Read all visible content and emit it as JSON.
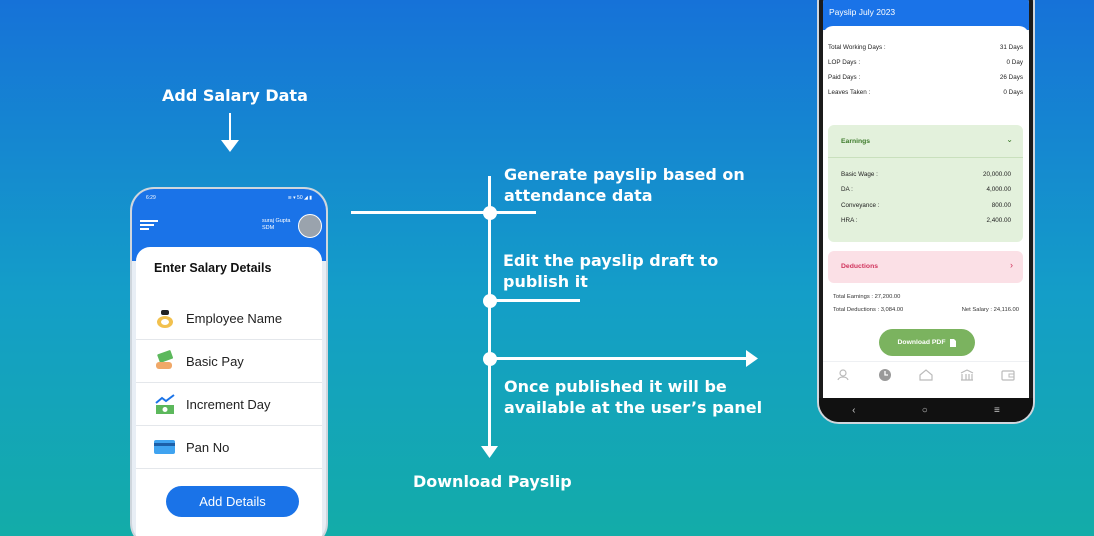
{
  "flow": {
    "add_salary": "Add Salary Data",
    "generate": "Generate payslip based on attendance data",
    "edit": "Edit the payslip draft to publish it",
    "published": "Once published it will be available at the user’s panel",
    "download": "Download Payslip"
  },
  "left_phone": {
    "status_time": "6:29",
    "status_icons": "≋ ▾ 50 ◢ ▮",
    "user_name": "suraj Gupta",
    "user_role": "SDM",
    "card_title": "Enter Salary Details",
    "fields": [
      {
        "label": "Employee Name",
        "icon": "money-bag-icon"
      },
      {
        "label": "Basic Pay",
        "icon": "cash-hand-icon"
      },
      {
        "label": "Increment Day",
        "icon": "growth-chart-icon"
      },
      {
        "label": "Pan No",
        "icon": "card-icon"
      }
    ],
    "button": "Add Details"
  },
  "right_phone": {
    "title": "Payslip July 2023",
    "summary": [
      {
        "k": "Total Working Days :",
        "v": "31 Days"
      },
      {
        "k": "LOP Days :",
        "v": "0 Day"
      },
      {
        "k": "Paid Days :",
        "v": "26 Days"
      },
      {
        "k": "Leaves Taken :",
        "v": "0 Days"
      }
    ],
    "earnings": {
      "title": "Earnings",
      "items": [
        {
          "k": "Basic Wage :",
          "v": "20,000.00"
        },
        {
          "k": "DA :",
          "v": "4,000.00"
        },
        {
          "k": "Conveyance :",
          "v": "800.00"
        },
        {
          "k": "HRA :",
          "v": "2,400.00"
        }
      ]
    },
    "deductions": {
      "title": "Deductions"
    },
    "total_earnings": "Total Earnings : 27,200.00",
    "total_deductions": "Total Deductions : 3,084.00",
    "net_salary": "Net Salary : 24,116.00",
    "download_button": "Download PDF",
    "colors": {
      "primary": "#1a73e8",
      "earnings_bg": "#e3f1dc",
      "deductions_bg": "#fbe0e6",
      "download_btn": "#7bb35f"
    }
  }
}
